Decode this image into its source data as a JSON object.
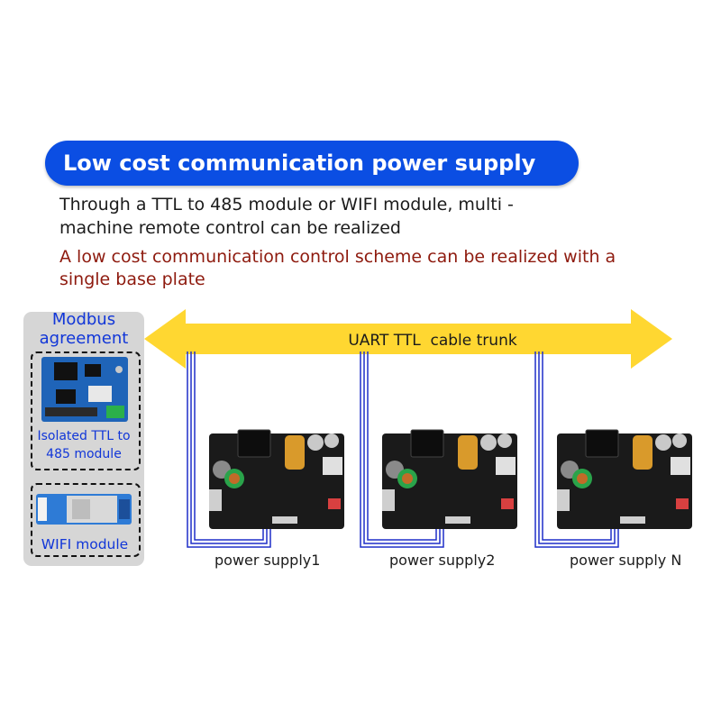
{
  "header": {
    "title": "Low cost communication power supply",
    "subtitle": "Through a TTL to 485 module or WIFI module, multi - machine remote control can be realized",
    "highlight": "A low cost communication control scheme can be realized with a single base plate"
  },
  "left_panel": {
    "title": "Modbus agreement",
    "module1_label": "Isolated TTL to 485 module",
    "module2_label": "WIFI module"
  },
  "trunk": {
    "label": "UART TTL  cable trunk"
  },
  "power_supplies": [
    "power supply1",
    "power supply2",
    "power supply N"
  ],
  "colors": {
    "banner": "#0b4ee3",
    "arrow": "#ffd731",
    "label_blue": "#1136d8",
    "highlight_red": "#8e1a0e",
    "wire_blue": "#1f2fc8",
    "pcb": "#1a1a1a"
  },
  "icons": [
    "arrow-double-icon",
    "pcb-board-icon",
    "ttl-485-module-icon",
    "wifi-module-icon"
  ]
}
